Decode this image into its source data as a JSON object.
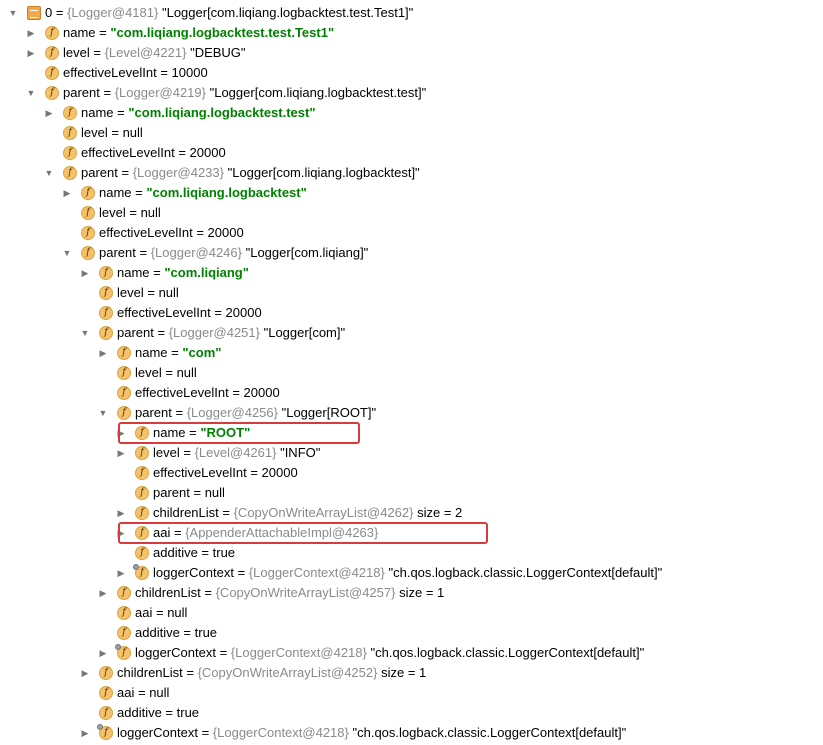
{
  "tree": {
    "rows": [
      {
        "level": 0,
        "arrow": "down",
        "icon": "list-icon",
        "name": "0",
        "ref": "{Logger@4181}",
        "val": "\"Logger[com.liqiang.logbacktest.test.Test1]\"",
        "kind": "plain"
      },
      {
        "level": 1,
        "arrow": "right",
        "icon": "field-icon",
        "name": "name",
        "val": "\"com.liqiang.logbacktest.test.Test1\"",
        "kind": "str"
      },
      {
        "level": 1,
        "arrow": "right",
        "icon": "field-icon",
        "name": "level",
        "ref": "{Level@4221}",
        "val": "\"DEBUG\"",
        "kind": "plain"
      },
      {
        "level": 1,
        "arrow": "none",
        "icon": "field-icon",
        "name": "effectiveLevelInt",
        "val": "10000",
        "kind": "plain"
      },
      {
        "level": 1,
        "arrow": "down",
        "icon": "field-icon",
        "name": "parent",
        "ref": "{Logger@4219}",
        "val": "\"Logger[com.liqiang.logbacktest.test]\"",
        "kind": "plain"
      },
      {
        "level": 2,
        "arrow": "right",
        "icon": "field-icon",
        "name": "name",
        "val": "\"com.liqiang.logbacktest.test\"",
        "kind": "str"
      },
      {
        "level": 2,
        "arrow": "none",
        "icon": "field-icon",
        "name": "level",
        "val": "null",
        "kind": "plain"
      },
      {
        "level": 2,
        "arrow": "none",
        "icon": "field-icon",
        "name": "effectiveLevelInt",
        "val": "20000",
        "kind": "plain"
      },
      {
        "level": 2,
        "arrow": "down",
        "icon": "field-icon",
        "name": "parent",
        "ref": "{Logger@4233}",
        "val": "\"Logger[com.liqiang.logbacktest]\"",
        "kind": "plain"
      },
      {
        "level": 3,
        "arrow": "right",
        "icon": "field-icon",
        "name": "name",
        "val": "\"com.liqiang.logbacktest\"",
        "kind": "str"
      },
      {
        "level": 3,
        "arrow": "none",
        "icon": "field-icon",
        "name": "level",
        "val": "null",
        "kind": "plain"
      },
      {
        "level": 3,
        "arrow": "none",
        "icon": "field-icon",
        "name": "effectiveLevelInt",
        "val": "20000",
        "kind": "plain"
      },
      {
        "level": 3,
        "arrow": "down",
        "icon": "field-icon",
        "name": "parent",
        "ref": "{Logger@4246}",
        "val": "\"Logger[com.liqiang]\"",
        "kind": "plain"
      },
      {
        "level": 4,
        "arrow": "right",
        "icon": "field-icon",
        "name": "name",
        "val": "\"com.liqiang\"",
        "kind": "str"
      },
      {
        "level": 4,
        "arrow": "none",
        "icon": "field-icon",
        "name": "level",
        "val": "null",
        "kind": "plain"
      },
      {
        "level": 4,
        "arrow": "none",
        "icon": "field-icon",
        "name": "effectiveLevelInt",
        "val": "20000",
        "kind": "plain"
      },
      {
        "level": 4,
        "arrow": "down",
        "icon": "field-icon",
        "name": "parent",
        "ref": "{Logger@4251}",
        "val": "\"Logger[com]\"",
        "kind": "plain"
      },
      {
        "level": 5,
        "arrow": "right",
        "icon": "field-icon",
        "name": "name",
        "val": "\"com\"",
        "kind": "str"
      },
      {
        "level": 5,
        "arrow": "none",
        "icon": "field-icon",
        "name": "level",
        "val": "null",
        "kind": "plain"
      },
      {
        "level": 5,
        "arrow": "none",
        "icon": "field-icon",
        "name": "effectiveLevelInt",
        "val": "20000",
        "kind": "plain"
      },
      {
        "level": 5,
        "arrow": "down",
        "icon": "field-icon",
        "name": "parent",
        "ref": "{Logger@4256}",
        "val": "\"Logger[ROOT]\"",
        "kind": "plain"
      },
      {
        "level": 6,
        "arrow": "right",
        "icon": "field-icon",
        "name": "name",
        "val": "\"ROOT\"",
        "kind": "str",
        "highlight": true
      },
      {
        "level": 6,
        "arrow": "right",
        "icon": "field-icon",
        "name": "level",
        "ref": "{Level@4261}",
        "val": "\"INFO\"",
        "kind": "plain"
      },
      {
        "level": 6,
        "arrow": "none",
        "icon": "field-icon",
        "name": "effectiveLevelInt",
        "val": "20000",
        "kind": "plain"
      },
      {
        "level": 6,
        "arrow": "none",
        "icon": "field-icon",
        "name": "parent",
        "val": "null",
        "kind": "plain"
      },
      {
        "level": 6,
        "arrow": "right",
        "icon": "field-icon",
        "name": "childrenList",
        "ref": "{CopyOnWriteArrayList@4262}",
        "val": " size = 2",
        "kind": "plain"
      },
      {
        "level": 6,
        "arrow": "right",
        "icon": "field-icon",
        "name": "aai",
        "ref": "{AppenderAttachableImpl@4263}",
        "val": "",
        "kind": "plain",
        "highlight": true
      },
      {
        "level": 6,
        "arrow": "none",
        "icon": "field-icon",
        "name": "additive",
        "val": "true",
        "kind": "plain"
      },
      {
        "level": 6,
        "arrow": "right",
        "icon": "static-field-icon",
        "name": "loggerContext",
        "ref": "{LoggerContext@4218}",
        "val": "\"ch.qos.logback.classic.LoggerContext[default]\"",
        "kind": "plain"
      },
      {
        "level": 5,
        "arrow": "right",
        "icon": "field-icon",
        "name": "childrenList",
        "ref": "{CopyOnWriteArrayList@4257}",
        "val": " size = 1",
        "kind": "plain"
      },
      {
        "level": 5,
        "arrow": "none",
        "icon": "field-icon",
        "name": "aai",
        "val": "null",
        "kind": "plain"
      },
      {
        "level": 5,
        "arrow": "none",
        "icon": "field-icon",
        "name": "additive",
        "val": "true",
        "kind": "plain"
      },
      {
        "level": 5,
        "arrow": "right",
        "icon": "static-field-icon",
        "name": "loggerContext",
        "ref": "{LoggerContext@4218}",
        "val": "\"ch.qos.logback.classic.LoggerContext[default]\"",
        "kind": "plain"
      },
      {
        "level": 4,
        "arrow": "right",
        "icon": "field-icon",
        "name": "childrenList",
        "ref": "{CopyOnWriteArrayList@4252}",
        "val": " size = 1",
        "kind": "plain"
      },
      {
        "level": 4,
        "arrow": "none",
        "icon": "field-icon",
        "name": "aai",
        "val": "null",
        "kind": "plain"
      },
      {
        "level": 4,
        "arrow": "none",
        "icon": "field-icon",
        "name": "additive",
        "val": "true",
        "kind": "plain"
      },
      {
        "level": 4,
        "arrow": "right",
        "icon": "static-field-icon",
        "name": "loggerContext",
        "ref": "{LoggerContext@4218}",
        "val": "\"ch.qos.logback.classic.LoggerContext[default]\"",
        "kind": "plain"
      }
    ]
  },
  "glyphs": {
    "arrow_down": "▼",
    "arrow_right": "▶",
    "field_letter": "f",
    "equals": " = "
  },
  "colors": {
    "string_value": "#008000",
    "reference": "#8a8a8a",
    "field_icon": "#f5c26b",
    "highlight_border": "#d93a3a"
  }
}
